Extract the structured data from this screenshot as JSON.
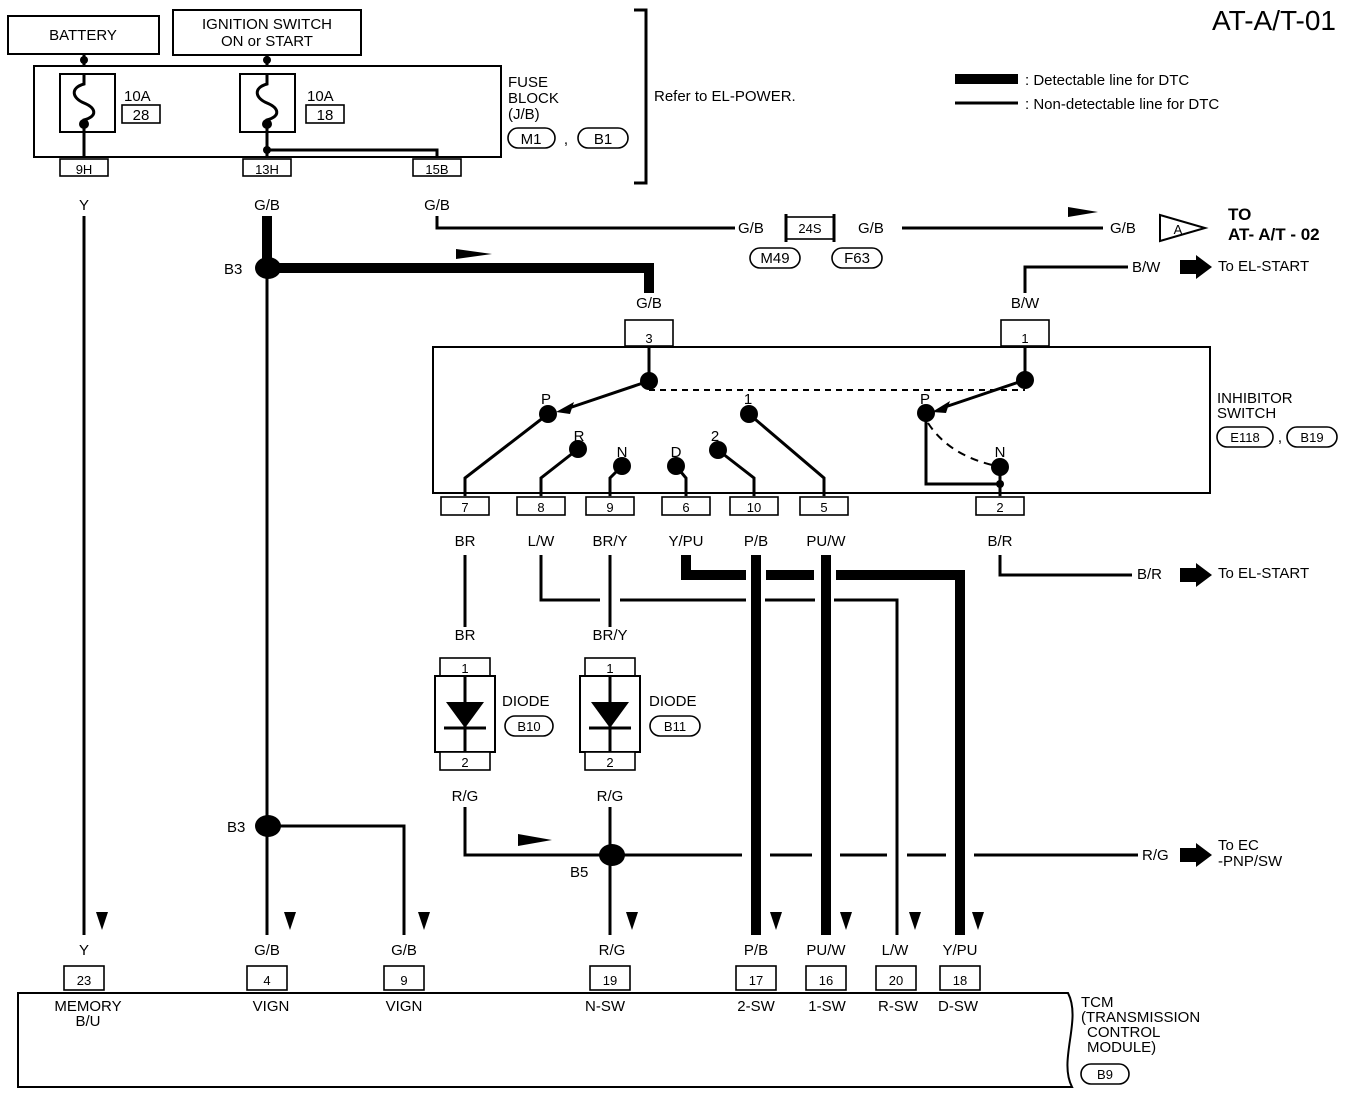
{
  "page_id": "AT-A/T-01",
  "legend": {
    "detectable": ": Detectable line for DTC",
    "non_detectable": ": Non-detectable line for DTC"
  },
  "top": {
    "battery": "BATTERY",
    "ign_line1": "IGNITION SWITCH",
    "ign_line2": "ON or START"
  },
  "fuse_block": {
    "title1": "FUSE",
    "title2": "BLOCK",
    "title3": "(J/B)",
    "conn1": "M1",
    "sep": ",",
    "conn2": "B1",
    "refer": "Refer to EL-POWER.",
    "fuse1_amp": "10A",
    "fuse1_num": "28",
    "fuse2_amp": "10A",
    "fuse2_num": "18",
    "term_9h": "9H",
    "term_13h": "13H",
    "term_15b": "15B"
  },
  "wires": {
    "y": "Y",
    "gb": "G/B",
    "bw": "B/W",
    "br": "BR",
    "lw": "L/W",
    "bry": "BR/Y",
    "ypu": "Y/PU",
    "pb": "P/B",
    "puw": "PU/W",
    "br2": "B/R",
    "rg": "R/G"
  },
  "joints": {
    "b3": "B3",
    "b5": "B5",
    "c24s": "24S",
    "m49": "M49",
    "f63": "F63"
  },
  "to_at02": {
    "arrow": "A",
    "line1": "TO",
    "line2": "AT- A/T - 02"
  },
  "el_start": "To EL-START",
  "to_ec1": "To EC",
  "to_ec2": "-PNP/SW",
  "inhibitor": {
    "title1": "INHIBITOR",
    "title2": "SWITCH",
    "conn1": "E118",
    "sep": ",",
    "conn2": "B19",
    "pos_p": "P",
    "pos_r": "R",
    "pos_n": "N",
    "pos_d": "D",
    "pos_2": "2",
    "pos_1": "1",
    "t3": "3",
    "t1": "1",
    "t7": "7",
    "t8": "8",
    "t9": "9",
    "t6": "6",
    "t10": "10",
    "t5": "5",
    "t2": "2"
  },
  "diodes": {
    "title": "DIODE",
    "conn1": "B10",
    "conn2": "B11",
    "pin1": "1",
    "pin2": "2"
  },
  "tcm": {
    "line1": "TCM",
    "line2": "(TRANSMISSION",
    "line3": "CONTROL",
    "line4": "MODULE)",
    "conn": "B9",
    "t23": "23",
    "t4": "4",
    "t9": "9",
    "t19": "19",
    "t17": "17",
    "t16": "16",
    "t20": "20",
    "t18": "18",
    "mem1": "MEMORY",
    "mem2": "B/U",
    "vign": "VIGN",
    "nsw": "N-SW",
    "sw2": "2-SW",
    "sw1": "1-SW",
    "rsw": "R-SW",
    "dsw": "D-SW"
  }
}
